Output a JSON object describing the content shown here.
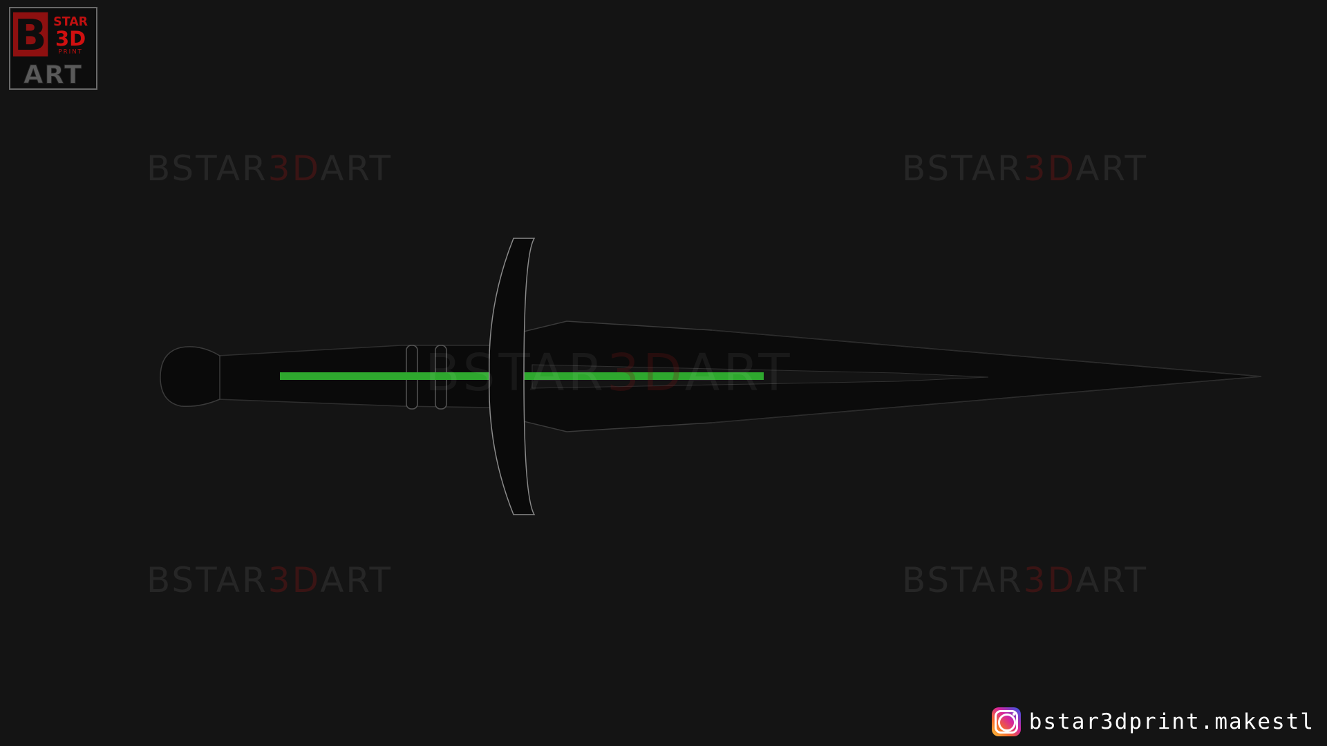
{
  "logo": {
    "letter": "B",
    "line1": "STAR",
    "line2": "3D",
    "line3": "PRINT",
    "line4": "ART"
  },
  "watermarks": {
    "left": "BSTAR",
    "mid": "3D",
    "right": "ART"
  },
  "social": {
    "icon": "instagram-icon",
    "handle": "bstar3dprint.makestl"
  },
  "colors": {
    "background": "#141414",
    "grip_highlight": "#2ea82e",
    "brand_red": "#c01010"
  }
}
